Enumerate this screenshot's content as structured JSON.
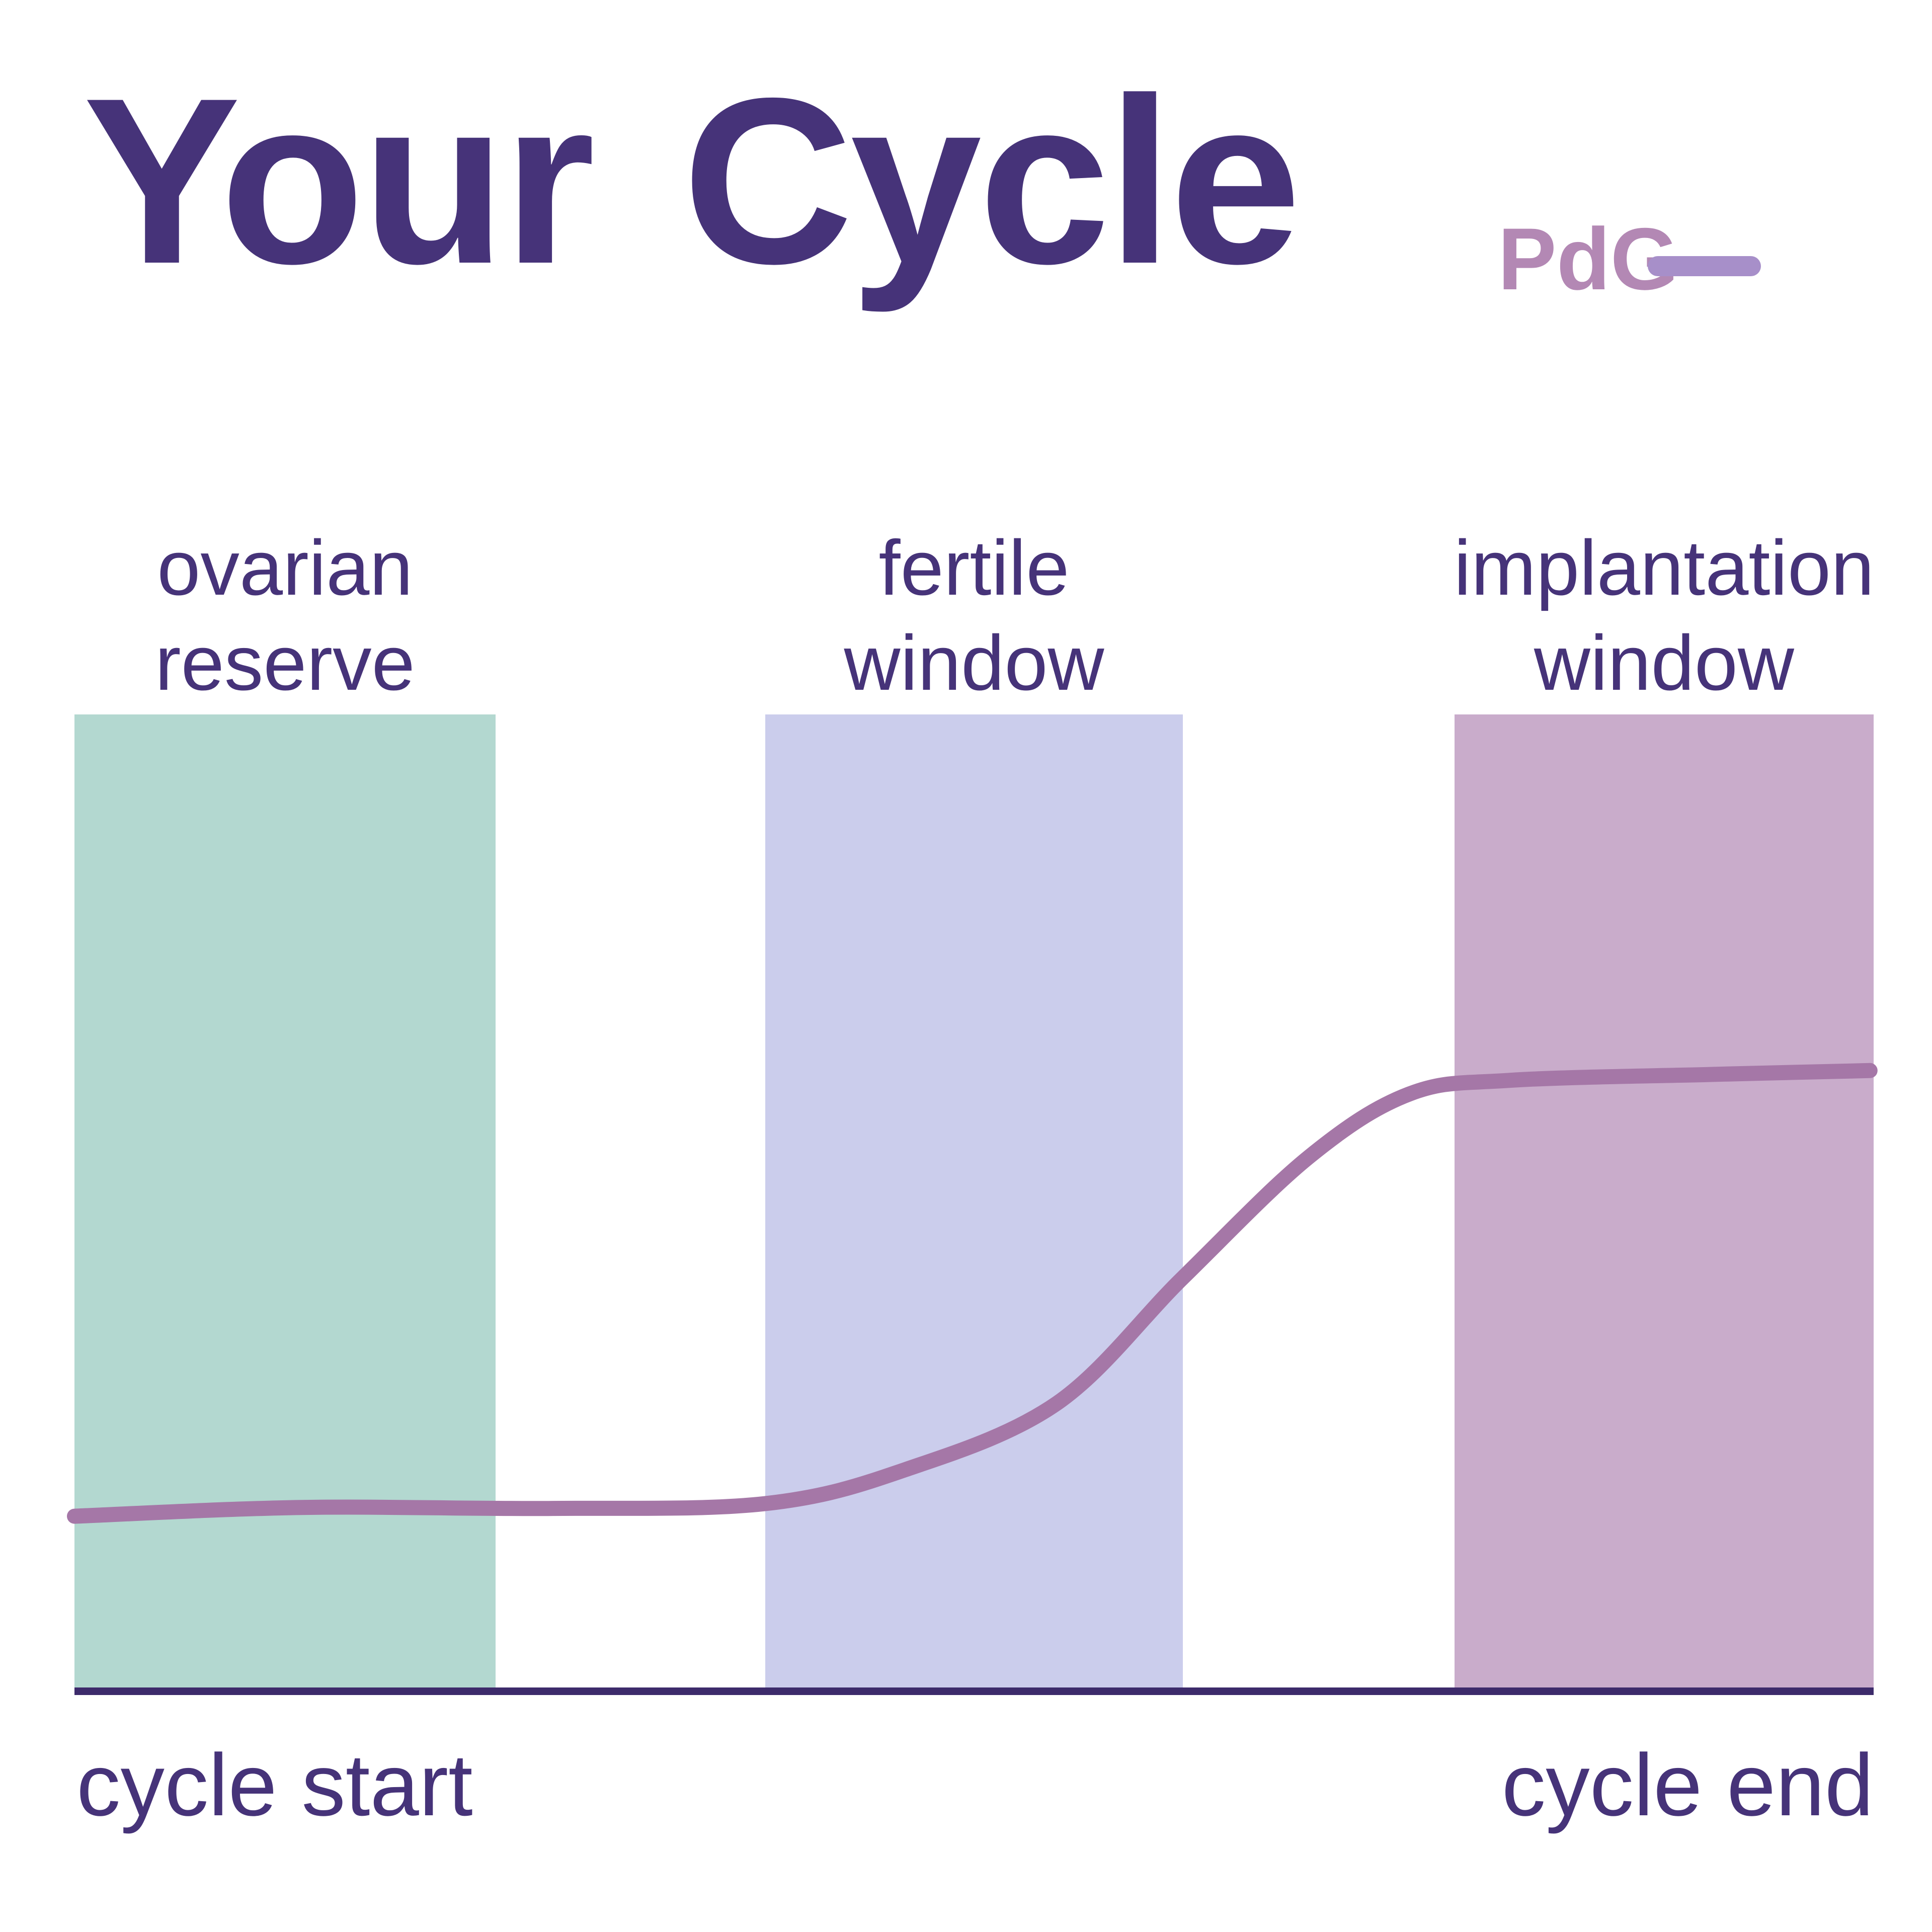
{
  "title": "Your Cycle",
  "legend": {
    "series_label": "PdG",
    "label_color": "#b388b4",
    "swatch_color": "#a78fc9"
  },
  "axis": {
    "start_label": "cycle start",
    "end_label": "cycle end"
  },
  "colors": {
    "title_text": "#463379",
    "band_label_text": "#463379",
    "axis_line": "#3d2b6b",
    "background": "#ffffff"
  },
  "chart_data": {
    "type": "line",
    "title": "Your Cycle",
    "grid": false,
    "legend_position": "top-right",
    "x_axis": {
      "start_label": "cycle start",
      "end_label": "cycle end",
      "range": [
        0,
        1
      ]
    },
    "ylim": [
      0,
      1
    ],
    "bands": [
      {
        "label": "ovarian reserve",
        "color": "#b3d8d0",
        "x_range": [
          0.0,
          0.234
        ]
      },
      {
        "label": "fertile window",
        "color": "#cbcdec",
        "x_range": [
          0.384,
          0.616
        ]
      },
      {
        "label": "implantation window",
        "color": "#c9accb",
        "x_range": [
          0.767,
          1.0
        ]
      }
    ],
    "series": [
      {
        "name": "PdG",
        "color": "#a577a7",
        "points": [
          {
            "x": 0.0,
            "y": 0.176
          },
          {
            "x": 0.126,
            "y": 0.185
          },
          {
            "x": 0.266,
            "y": 0.184
          },
          {
            "x": 0.384,
            "y": 0.189
          },
          {
            "x": 0.462,
            "y": 0.224
          },
          {
            "x": 0.546,
            "y": 0.292
          },
          {
            "x": 0.616,
            "y": 0.421
          },
          {
            "x": 0.686,
            "y": 0.545
          },
          {
            "x": 0.742,
            "y": 0.61
          },
          {
            "x": 0.798,
            "y": 0.624
          },
          {
            "x": 0.909,
            "y": 0.63
          },
          {
            "x": 0.998,
            "y": 0.634
          }
        ]
      }
    ]
  }
}
